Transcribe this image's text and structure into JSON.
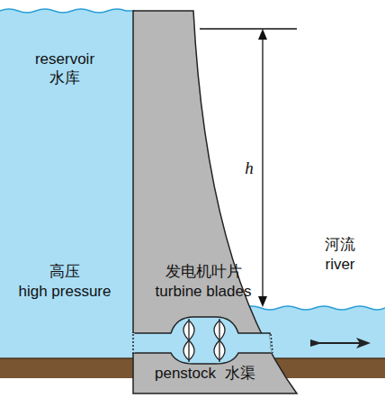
{
  "diagram": {
    "labels": [
      "reservoir",
      "水库",
      "h",
      "发电机叶片",
      "turbine blades",
      "高压",
      "high pressure",
      "河流",
      "river",
      "penstock",
      "水渠"
    ]
  }
}
